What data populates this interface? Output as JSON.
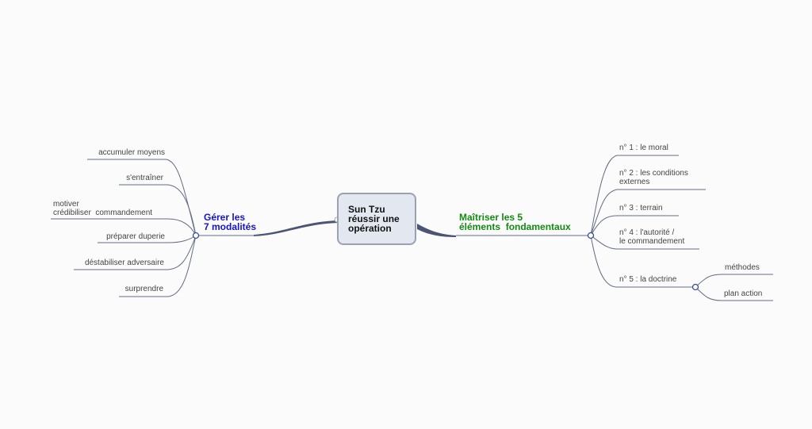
{
  "root": {
    "label": "Sun Tzu\nréussir une\nopération"
  },
  "left_branch": {
    "label": "Gérer les\n7 modalités",
    "color": "#1414c8",
    "children": [
      {
        "label": "accumuler moyens"
      },
      {
        "label": "s'entraîner"
      },
      {
        "label": "motiver\ncrédibiliser  commandement"
      },
      {
        "label": "préparer duperie"
      },
      {
        "label": "déstabiliser adversaire"
      },
      {
        "label": "surprendre"
      }
    ]
  },
  "right_branch": {
    "label": "Maîtriser les 5\néléments  fondamentaux",
    "color": "#138a13",
    "children": [
      {
        "label": "n° 1 : le moral"
      },
      {
        "label": "n° 2 : les conditions\nexternes"
      },
      {
        "label": "n° 3 : terrain"
      },
      {
        "label": "n° 4 : l'autorité /\nle commandement"
      },
      {
        "label": "n° 5 : la doctrine",
        "children": [
          {
            "label": "méthodes"
          },
          {
            "label": "plan action"
          }
        ]
      }
    ]
  },
  "colors": {
    "line": "#646c84",
    "node_fill": "#e3e8f0",
    "node_border": "#9aa2b2"
  }
}
